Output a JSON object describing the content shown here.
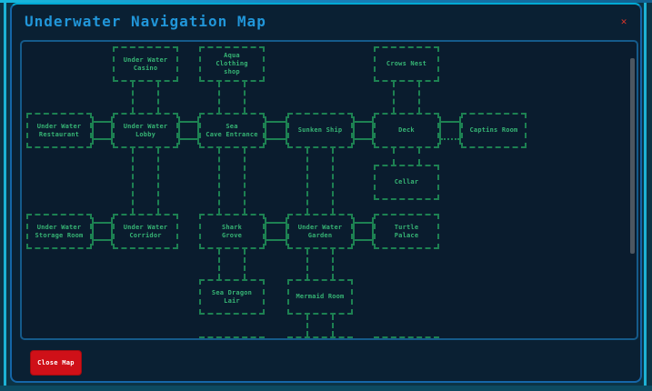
{
  "window": {
    "title": "Underwater Navigation Map",
    "close_icon": "✕"
  },
  "footer": {
    "close_button": "Close Map"
  },
  "colors": {
    "page_bg": "#0c3344",
    "edge_cyan": "#1ec0e4",
    "dialog_bg": "#0a2033",
    "border_blue": "#1566a8",
    "panel_bg": "#0a1c2e",
    "panel_border": "#155a8a",
    "title": "#2196d9",
    "room_border": "#1d8152",
    "room_text": "#36b374",
    "close_red": "#cf1018",
    "close_x": "#d9352b",
    "scroll_thumb": "#4d5761"
  },
  "map": {
    "rooms": [
      {
        "id": "casino",
        "label": "Under Water Casino",
        "lines": [
          "Under Water",
          "Casino"
        ],
        "col": 1,
        "row": "r0"
      },
      {
        "id": "aqua",
        "label": "Aqua Clothing shop",
        "lines": [
          "Aqua",
          "Clothing",
          "shop"
        ],
        "col": 2,
        "row": "r0"
      },
      {
        "id": "crows",
        "label": "Crows Nest",
        "lines": [
          "Crows Nest"
        ],
        "col": 4,
        "row": "r0"
      },
      {
        "id": "restaurant",
        "label": "Under Water Restaurant",
        "lines": [
          "Under Water",
          "Restaurant"
        ],
        "col": 0,
        "row": "r1"
      },
      {
        "id": "lobby",
        "label": "Under Water Lobby",
        "lines": [
          "Under Water",
          "Lobby"
        ],
        "col": 1,
        "row": "r1"
      },
      {
        "id": "seacave",
        "label": "Sea Cave Entrance",
        "lines": [
          "Sea",
          "Cave Entrance"
        ],
        "col": 2,
        "row": "r1"
      },
      {
        "id": "sunken",
        "label": "Sunken Ship",
        "lines": [
          "Sunken Ship"
        ],
        "col": 3,
        "row": "r1"
      },
      {
        "id": "deck",
        "label": "Deck",
        "lines": [
          "Deck"
        ],
        "col": 4,
        "row": "r1"
      },
      {
        "id": "captins",
        "label": "Captins Room",
        "lines": [
          "Captins Room"
        ],
        "col": 5,
        "row": "r1"
      },
      {
        "id": "cellar",
        "label": "Cellar",
        "lines": [
          "Cellar"
        ],
        "col": 4,
        "row": "cellar"
      },
      {
        "id": "storage",
        "label": "Under Water Storage Room",
        "lines": [
          "Under Water",
          "Storage Room"
        ],
        "col": 0,
        "row": "r2"
      },
      {
        "id": "corridor",
        "label": "Under Water Corridor",
        "lines": [
          "Under Water",
          "Corridor"
        ],
        "col": 1,
        "row": "r2"
      },
      {
        "id": "shark",
        "label": "Shark Grove",
        "lines": [
          "Shark",
          "Grove"
        ],
        "col": 2,
        "row": "r2"
      },
      {
        "id": "garden",
        "label": "Under Water Garden",
        "lines": [
          "Under Water",
          "Garden"
        ],
        "col": 3,
        "row": "r2"
      },
      {
        "id": "turtle",
        "label": "Turtle Palace",
        "lines": [
          "Turtle",
          "Palace"
        ],
        "col": 4,
        "row": "r2"
      },
      {
        "id": "seadragon",
        "label": "Sea Dragon Lair",
        "lines": [
          "Sea Dragon",
          "Lair"
        ],
        "col": 2,
        "row": "r3"
      },
      {
        "id": "mermaid",
        "label": "Mermaid Room",
        "lines": [
          "Mermaid Room"
        ],
        "col": 3,
        "row": "r3"
      }
    ],
    "partial_rooms": [
      {
        "id": "p0",
        "col": 2,
        "row": "r4"
      },
      {
        "id": "p1",
        "col": 3,
        "row": "r4"
      },
      {
        "id": "p2",
        "col": 4,
        "row": "r4"
      }
    ],
    "h_connectors": [
      {
        "from": "restaurant",
        "to": "lobby",
        "style": "ladder"
      },
      {
        "from": "lobby",
        "to": "seacave",
        "style": "ladder"
      },
      {
        "from": "seacave",
        "to": "sunken",
        "style": "ladder"
      },
      {
        "from": "sunken",
        "to": "deck",
        "style": "ladder"
      },
      {
        "from": "deck",
        "to": "captins",
        "style": "ladder-dotted"
      },
      {
        "from": "storage",
        "to": "corridor",
        "style": "ladder"
      },
      {
        "from": "shark",
        "to": "garden",
        "style": "ladder"
      },
      {
        "from": "garden",
        "to": "turtle",
        "style": "ladder"
      }
    ],
    "v_connectors": [
      {
        "from": "casino",
        "to": "lobby"
      },
      {
        "from": "aqua",
        "to": "seacave"
      },
      {
        "from": "crows",
        "to": "deck"
      },
      {
        "from": "lobby",
        "to": "corridor"
      },
      {
        "from": "seacave",
        "to": "shark"
      },
      {
        "from": "sunken",
        "to": "garden"
      },
      {
        "from": "deck",
        "to": "cellar"
      },
      {
        "from": "shark",
        "to": "seadragon"
      },
      {
        "from": "garden",
        "to": "mermaid"
      },
      {
        "from": "mermaid",
        "to": "p1"
      }
    ]
  }
}
